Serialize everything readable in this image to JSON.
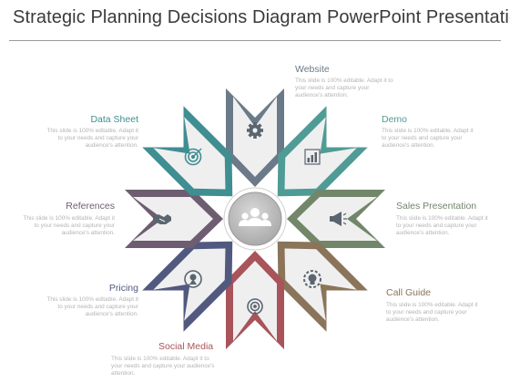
{
  "title": "Strategic Planning Decisions Diagram PowerPoint Presentation",
  "colors": {
    "website": "#6b7a88",
    "demo": "#4f9b96",
    "sales": "#72866a",
    "callguide": "#8a745a",
    "social": "#a8545a",
    "pricing": "#52597f",
    "references": "#6e5d70",
    "datasheet": "#3f8e92",
    "inner_fill": "#efefef"
  },
  "center_icon": "people-icon",
  "items": [
    {
      "key": "website",
      "label": "Website",
      "icon": "gear-icon",
      "desc": "This slide is 100% editable. Adapt it to\nyour needs and capture your\naudience's attention."
    },
    {
      "key": "demo",
      "label": "Demo",
      "icon": "bar-chart-icon",
      "desc": "This slide is 100% editable. Adapt it\nto your needs and capture your\naudience's attention."
    },
    {
      "key": "sales",
      "label": "Sales Presentation",
      "icon": "megaphone-icon",
      "desc": "This slide is 100% editable. Adapt it\nto your needs and capture your\naudience's attention."
    },
    {
      "key": "callguide",
      "label": "Call Guide",
      "icon": "lightbulb-gear-icon",
      "desc": "This slide is 100% editable. Adapt it\nto your needs and capture your\naudience's attention."
    },
    {
      "key": "social",
      "label": "Social Media",
      "icon": "target-icon",
      "desc": "This slide is 100% editable. Adapt it to\nyour needs and capture your audience's\nattention."
    },
    {
      "key": "pricing",
      "label": "Pricing",
      "icon": "magnifier-icon",
      "desc": "This slide is 100% editable. Adapt it\nto your needs and capture your\naudience's attention."
    },
    {
      "key": "references",
      "label": "References",
      "icon": "handshake-icon",
      "desc": "This slide is 100% editable. Adapt it\nto your needs and capture your\naudience's attention."
    },
    {
      "key": "datasheet",
      "label": "Data Sheet",
      "icon": "target-icon",
      "desc": "This slide is 100% editable. Adapt it\nto your needs and capture your\naudience's attention."
    }
  ]
}
